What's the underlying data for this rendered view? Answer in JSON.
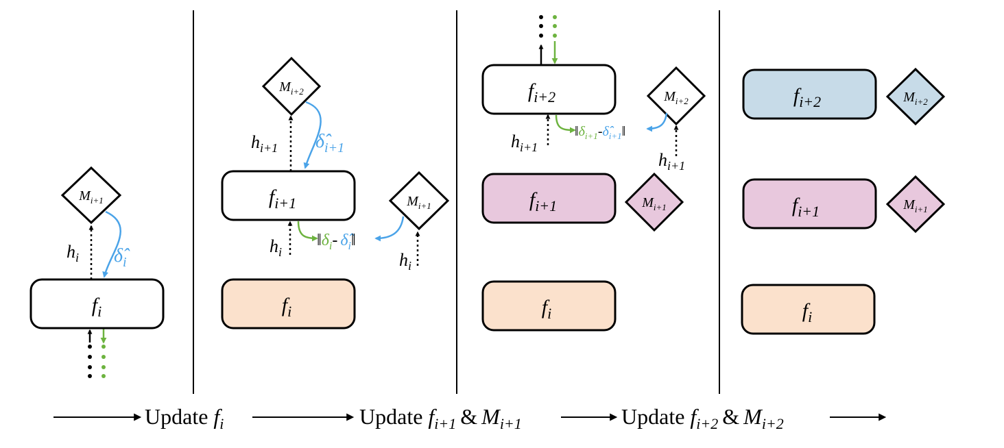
{
  "colors": {
    "ink": "#000000",
    "blue_arrow": "#4aa3e8",
    "green_arrow": "#6db33f",
    "fill_orange": "#fbe1cc",
    "fill_pink": "#e8c8dd",
    "fill_blue": "#c7dbe8"
  },
  "panel1": {
    "f_i": {
      "base": "f",
      "sub": "i"
    },
    "M": {
      "base": "M",
      "sub": "i+1"
    },
    "h": {
      "base": "h",
      "sub": "i"
    },
    "delta": {
      "base": "δ̂",
      "sub": "i"
    }
  },
  "panel2": {
    "f_i1": {
      "base": "f",
      "sub": "i+1"
    },
    "f_i": {
      "base": "f",
      "sub": "i"
    },
    "M_top": {
      "base": "M",
      "sub": "i+2"
    },
    "M_right": {
      "base": "M",
      "sub": "i+1"
    },
    "h_top": {
      "base": "h",
      "sub": "i+1"
    },
    "h_left": {
      "base": "h",
      "sub": "i"
    },
    "h_right": {
      "base": "h",
      "sub": "i"
    },
    "delta": {
      "base": "δ̂",
      "sub": "i+1"
    },
    "loss": {
      "open": "‖",
      "d1": "δ",
      "s1": "i",
      "minus": "-",
      "d2": "δ̂",
      "s2": "i",
      "close": "‖"
    }
  },
  "panel3": {
    "f_i2": {
      "base": "f",
      "sub": "i+2"
    },
    "f_i1": {
      "base": "f",
      "sub": "i+1"
    },
    "f_i": {
      "base": "f",
      "sub": "i"
    },
    "M_top": {
      "base": "M",
      "sub": "i+2"
    },
    "M_mid": {
      "base": "M",
      "sub": "i+1"
    },
    "h_left": {
      "base": "h",
      "sub": "i+1"
    },
    "h_right": {
      "base": "h",
      "sub": "i+1"
    },
    "loss": {
      "open": "‖",
      "d1": "δ",
      "s1": "i+1",
      "minus": "-",
      "d2": "δ̂",
      "s2": "i+1",
      "close": "‖"
    }
  },
  "panel4": {
    "f_i2": {
      "base": "f",
      "sub": "i+2"
    },
    "f_i1": {
      "base": "f",
      "sub": "i+1"
    },
    "f_i": {
      "base": "f",
      "sub": "i"
    },
    "M_top": {
      "base": "M",
      "sub": "i+2"
    },
    "M_mid": {
      "base": "M",
      "sub": "i+1"
    }
  },
  "timeline": {
    "step1": {
      "word": "Update",
      "f": "f",
      "fsub": "i"
    },
    "step2": {
      "word": "Update",
      "f": "f",
      "fsub": "i+1",
      "amp": "&",
      "m": "M",
      "msub": "i+1"
    },
    "step3": {
      "word": "Update",
      "f": "f",
      "fsub": "i+2",
      "amp": "&",
      "m": "M",
      "msub": "i+2"
    }
  }
}
